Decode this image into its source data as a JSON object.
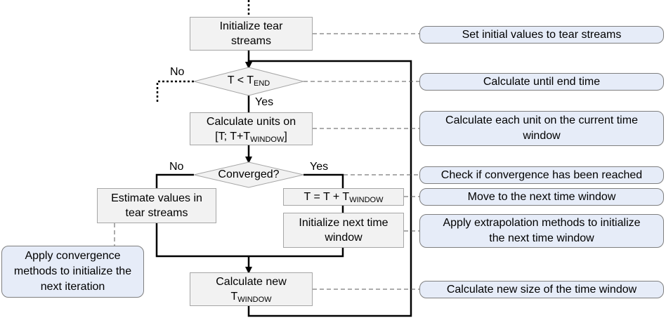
{
  "nodes": {
    "init_tear": {
      "line1": "Initialize tear",
      "line2": "streams"
    },
    "t_end_decision": {
      "text": "T < T",
      "sub": "END"
    },
    "calc_units": {
      "line1": "Calculate units on",
      "line2_a": "[T; T+T",
      "line2_sub": "WINDOW",
      "line2_b": "]"
    },
    "converged_decision": {
      "text": "Converged?"
    },
    "estimate": {
      "line1": "Estimate values in",
      "line2": "tear streams"
    },
    "t_update": {
      "text": "T = T + T",
      "sub": "WINDOW"
    },
    "init_next": {
      "line1": "Initialize next time",
      "line2": "window"
    },
    "calc_new": {
      "line1": "Calculate new",
      "line2_a": "T",
      "line2_sub": "WINDOW"
    }
  },
  "labels": {
    "no_top": "No",
    "yes_top": "Yes",
    "no_converged": "No",
    "yes_converged": "Yes"
  },
  "notes": {
    "set_initial": "Set initial values to tear streams",
    "until_end": "Calculate until end time",
    "each_unit": {
      "line1": "Calculate each unit on the current time",
      "line2": "window"
    },
    "check_conv": "Check if convergence has been reached",
    "move_next": "Move to the next time window",
    "extrapolation": {
      "line1": "Apply extrapolation methods to initialize",
      "line2": "the next time window"
    },
    "convergence_methods": {
      "line1": "Apply convergence",
      "line2": "methods to initialize the",
      "line3": "next iteration"
    },
    "new_size": "Calculate new size of the time window"
  },
  "colors": {
    "box_fill": "#f2f2f2",
    "note_fill": "#e6ecf8",
    "line": "#000000",
    "dashed": "#595959"
  }
}
